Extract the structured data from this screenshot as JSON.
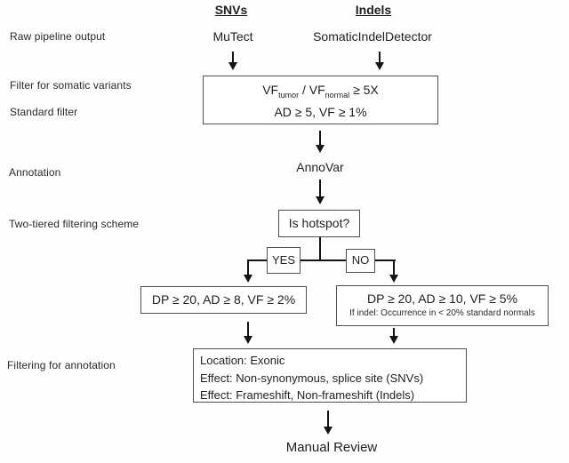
{
  "palette": {
    "text": "#1f1f1f",
    "border": "#4f4f4f",
    "arrow": "#141414",
    "background": "#fdfdfd"
  },
  "headers": {
    "snvs": "SNVs",
    "indels": "Indels"
  },
  "row_labels": {
    "raw_pipeline": "Raw pipeline output",
    "somatic_filter": "Filter for somatic variants",
    "standard_filter": "Standard filter",
    "annotation": "Annotation",
    "two_tiered": "Two-tiered filtering scheme",
    "filtering_annotation": "Filtering for annotation"
  },
  "nodes": {
    "mutect": "MuTect",
    "somatic_indel_detector": "SomaticIndelDetector",
    "standard_filter_box": {
      "vf_1": "VF",
      "vf_sub1": "tumor",
      "vf_2": " / VF",
      "vf_sub2": "normal",
      "vf_3": " ≥ 5X",
      "line2": "AD ≥ 5, VF ≥ 1%"
    },
    "annovar": "AnnoVar",
    "hotspot_question": "Is hotspot?",
    "branch_yes": "YES",
    "branch_no": "NO",
    "hotspot_filter": "DP ≥ 20, AD ≥ 8, VF ≥ 2%",
    "non_hotspot_filter": {
      "line1": "DP ≥ 20, AD ≥ 10, VF ≥ 5%",
      "line2": "If indel: Occurrence in < 20% standard normals"
    },
    "annotation_filter": {
      "line1": "Location: Exonic",
      "line2": "Effect: Non-synonymous, splice site (SNVs)",
      "line3": "Effect: Frameshift, Non-frameshift (Indels)"
    },
    "manual_review": "Manual Review"
  }
}
